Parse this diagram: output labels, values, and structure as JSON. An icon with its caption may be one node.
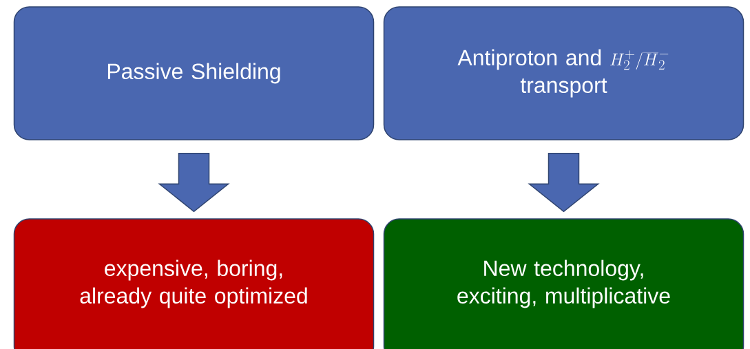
{
  "diagram": {
    "nodes": [
      {
        "text": [
          "Passive Shielding"
        ]
      },
      {
        "text": [
          "Antiproton and",
          "H_2^+/\\overline{H}_2^-",
          "transport"
        ]
      },
      {
        "text": [
          "expensive, boring, already quite optimized"
        ]
      },
      {
        "text": [
          "New technology, exciting, multiplicative"
        ]
      }
    ],
    "edges": [
      {
        "from": 0,
        "to": 2,
        "arrow": "to"
      },
      {
        "from": 1,
        "to": 3,
        "arrow": "to"
      }
    ]
  }
}
